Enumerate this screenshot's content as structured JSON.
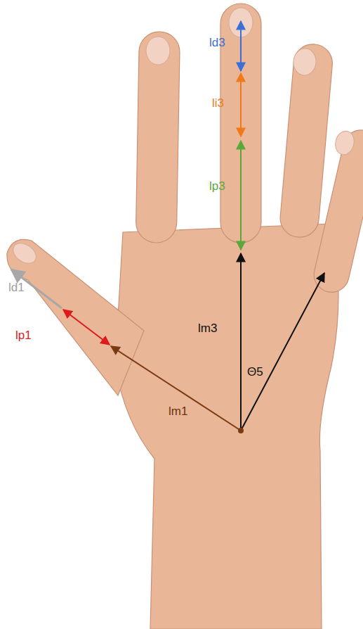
{
  "diagram": {
    "labels": [
      "ld3",
      "li3",
      "lp3",
      "ld1",
      "lp1",
      "lm3",
      "lm1",
      "Θ5"
    ]
  }
}
